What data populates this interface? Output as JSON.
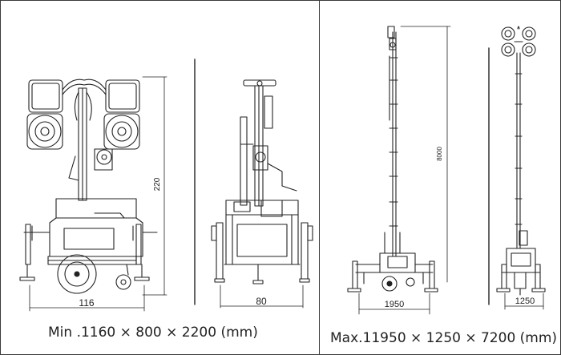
{
  "dimensions": {
    "front_width": "116",
    "front_height": "220",
    "side_width": "80",
    "mast_height": "8000",
    "extended_width": "1950",
    "extended_side_width": "1250"
  },
  "captions": {
    "min": "Min .1160 × 800 × 2200 (mm)",
    "max": "Max.11950 × 1250 × 7200 (mm)"
  },
  "colors": {
    "line": "#222222",
    "frame": "#3a3a3a"
  }
}
